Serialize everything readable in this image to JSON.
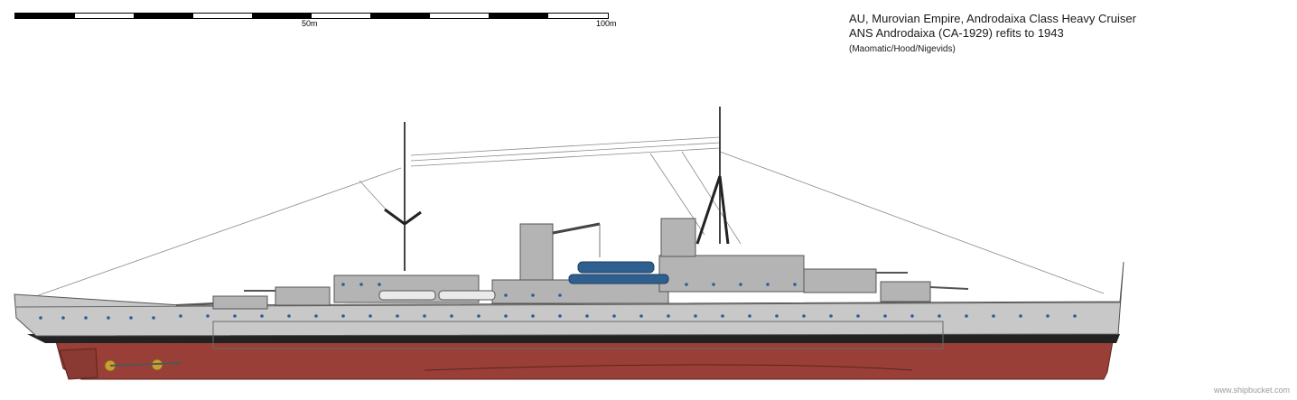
{
  "scale": {
    "label_mid": "50m",
    "label_end": "100m"
  },
  "title": {
    "line1": "AU, Murovian Empire, Androdaixa Class Heavy Cruiser",
    "line2": "ANS Androdaixa (CA-1929) refits to 1943",
    "line3": "(Maomatic/Hood/Nigevids)"
  },
  "credit": "www.shipbucket.com",
  "colors": {
    "hull_grey": "#c8c8c8",
    "superstructure_grey": "#b4b4b4",
    "boot_top": "#222222",
    "hull_red": "#9a3f37",
    "porthole_blue": "#2e5c9e",
    "boat_blue": "#2f5f8f"
  }
}
